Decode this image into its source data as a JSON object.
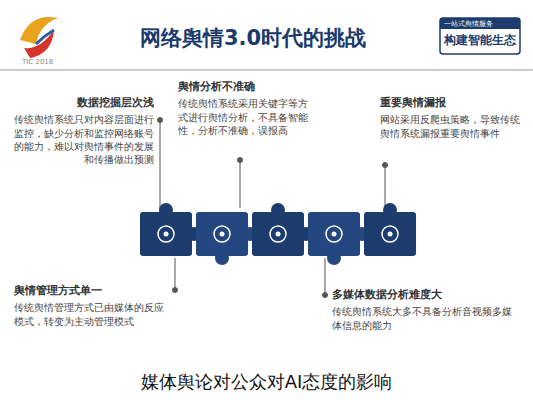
{
  "diagram": {
    "title": "网络舆情3.0时代的挑战",
    "caption": "媒体舆论对公众对AI态度的影响",
    "nodes": [
      {
        "text": [
          "数据挖掘层次浅",
          "传统舆情系统只对内容层面进行监控，缺少分析和监控网络账号的能力，难以对舆情事件的发展和传播做出预测"
        ]
      },
      {
        "text": [
          "舆情分析不准确",
          "传统舆情系统采用关键字等方式进行舆情分析，不具备智能性，分析不准确，误报高"
        ]
      },
      {
        "text": [
          "重要舆情漏报",
          "网站采用反爬虫策略，导致传统舆情系统漏报重要舆情事件"
        ]
      },
      {
        "text": [
          "舆情管理方式单一",
          "传统舆情管理方式已由媒体的反应模式，转变为主动管理模式"
        ]
      },
      {
        "text": [
          "多媒体数据分析难度大",
          "传统舆情系统大多不具备分析音视频多媒体信息的能力"
        ]
      }
    ],
    "labels": [
      "TIC 2018",
      "一站式舆情服务",
      "构建智能生态"
    ]
  }
}
